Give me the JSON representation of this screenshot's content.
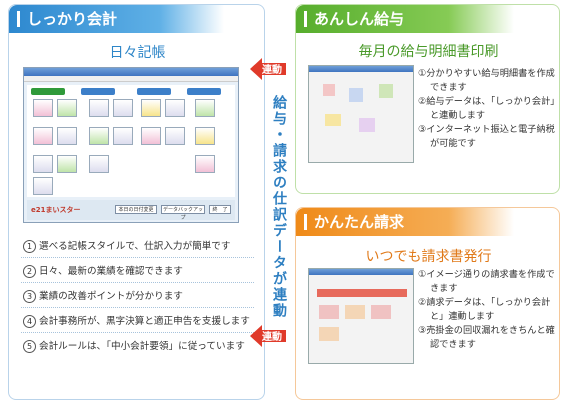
{
  "left": {
    "header": "しっかり会計",
    "subtitle": "日々記帳",
    "screenshot": {
      "logo": "e21まいスター",
      "btn1": "本日の日付変更",
      "btn2": "データバックアップ",
      "btn3": "終　了"
    },
    "features": [
      {
        "num": "1",
        "text": "選べる記帳スタイルで、仕訳入力が簡単です"
      },
      {
        "num": "2",
        "text": "日々、最新の業績を確認できます"
      },
      {
        "num": "3",
        "text": "業績の改善ポイントが分かります"
      },
      {
        "num": "4",
        "text": "会計事務所が、黒字決算と適正申告を支援します"
      },
      {
        "num": "5",
        "text": "会計ルールは、「中小会計要領」に従っています"
      }
    ]
  },
  "payroll": {
    "header": "あんしん給与",
    "subtitle": "毎月の給与明細書印刷",
    "notes": [
      "①分かりやすい給与明細書を作成できます",
      "②給与データは、「しっかり会計」と連動します",
      "③インターネット振込と電子納税が可能です"
    ]
  },
  "invoice": {
    "header": "かんたん請求",
    "subtitle": "いつでも請求書発行",
    "notes": [
      "①イメージ通りの請求書を作成できます",
      "②請求データは、「しっかり会計と」連動します",
      "③売掛金の回収漏れをきちんと確認できます"
    ]
  },
  "arrows": {
    "top": "連動",
    "bottom": "連動"
  },
  "vertical_text": "給与・請求の仕訳データが連動",
  "colors": {
    "blue": "#2d88cf",
    "green": "#56ad2c",
    "orange": "#ef8a18",
    "arrow": "#e03a2a"
  }
}
